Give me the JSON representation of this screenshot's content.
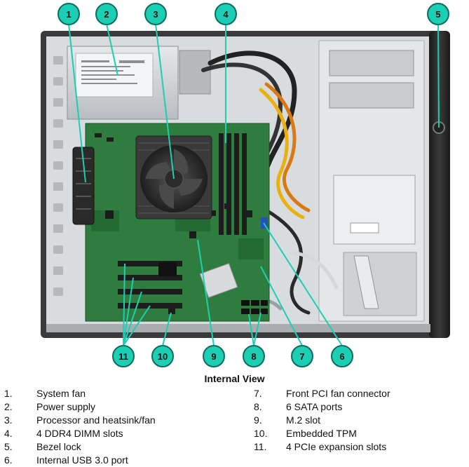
{
  "caption": "Internal View",
  "colors": {
    "callout_fill": "#1ccfb4",
    "callout_stroke": "#0d6b5d",
    "chassis": "#2b2b2b",
    "board": "#2e7d3e",
    "heatsink": "#3a3a3a",
    "metal": "#cfd2d4"
  },
  "callouts": [
    "1",
    "2",
    "3",
    "4",
    "5",
    "6",
    "7",
    "8",
    "9",
    "10",
    "11"
  ],
  "legend_left": [
    {
      "num": "1.",
      "label": "System fan"
    },
    {
      "num": "2.",
      "label": "Power supply"
    },
    {
      "num": "3.",
      "label": "Processor and heatsink/fan"
    },
    {
      "num": "4.",
      "label": "4 DDR4 DIMM slots"
    },
    {
      "num": "5.",
      "label": "Bezel lock"
    },
    {
      "num": "6.",
      "label": "Internal USB 3.0 port"
    }
  ],
  "legend_right": [
    {
      "num": "7.",
      "label": "Front PCI fan connector"
    },
    {
      "num": "8.",
      "label": "6 SATA ports"
    },
    {
      "num": "9.",
      "label": "M.2 slot"
    },
    {
      "num": "10.",
      "label": "Embedded TPM"
    },
    {
      "num": "11.",
      "label": "4 PCIe expansion slots"
    }
  ]
}
